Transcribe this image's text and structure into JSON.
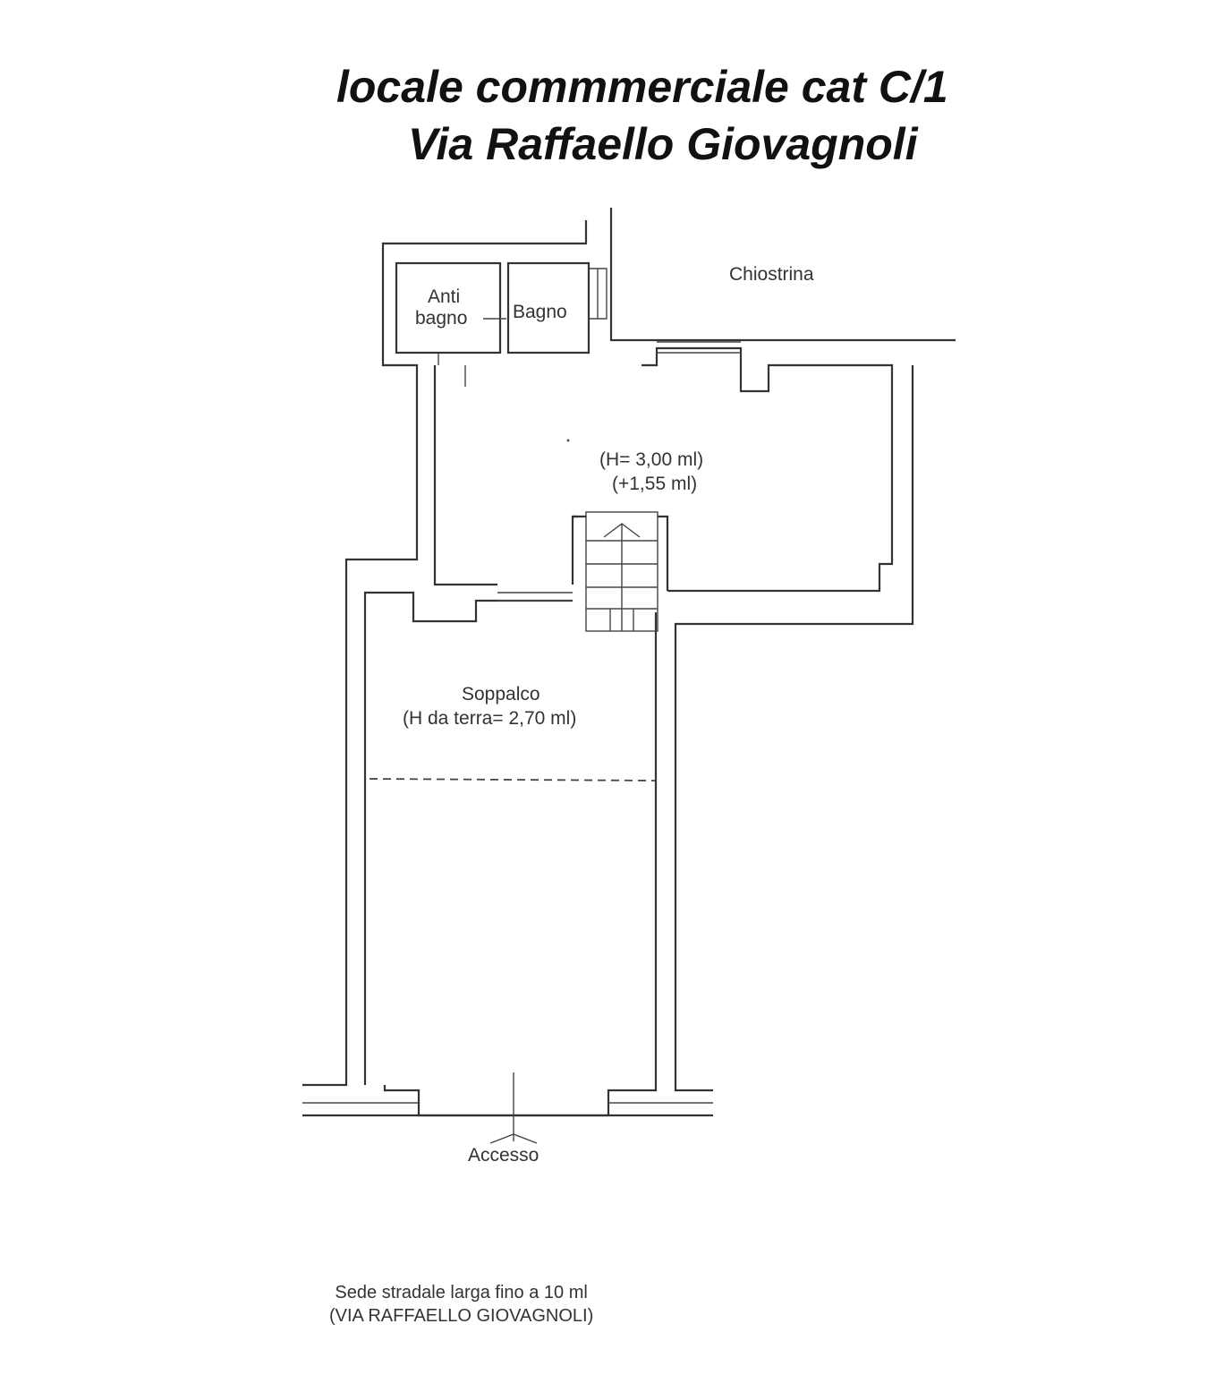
{
  "title": {
    "line1": "locale commmerciale cat C/1",
    "line2": "Via Raffaello Giovagnoli"
  },
  "rooms": {
    "chiostrina": "Chiostrina",
    "antibagno_1": "Anti",
    "antibagno_2": "bagno",
    "bagno": "Bagno",
    "main_h": "(H= 3,00 ml)",
    "main_h2": "(+1,55 ml)",
    "soppalco": "Soppalco",
    "soppalco_h": "(H da terra= 2,70 ml)",
    "accesso": "Accesso"
  },
  "street": {
    "line1": "Sede stradale larga fino a 10 ml",
    "line2": "(VIA RAFFAELLO GIOVAGNOLI)"
  }
}
